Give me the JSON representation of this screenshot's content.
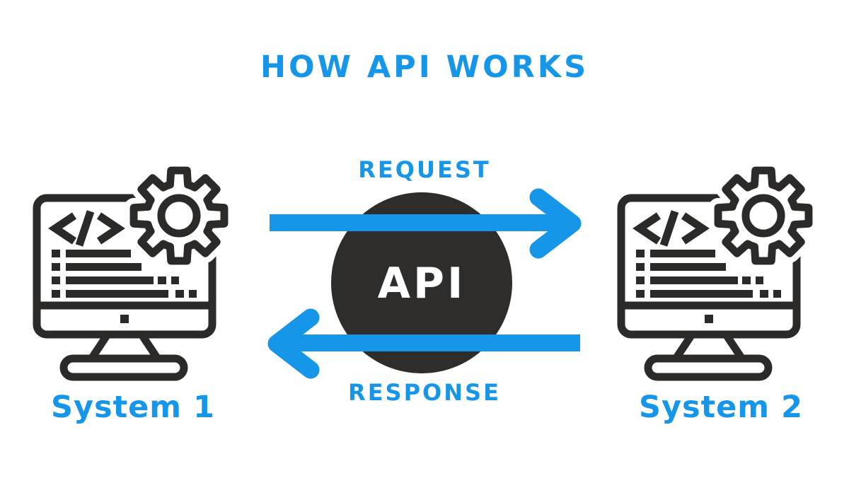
{
  "title": "HOW API WORKS",
  "colors": {
    "accent": "#1696e9",
    "ink": "#2b2a29",
    "circle": "#2e2d2c",
    "bg": "#ffffff",
    "api_text": "#ffffff"
  },
  "center": {
    "api_label": "API",
    "request_label": "REQUEST",
    "response_label": "RESPONSE"
  },
  "systems": [
    {
      "label": "System 1"
    },
    {
      "label": "System 2"
    }
  ]
}
